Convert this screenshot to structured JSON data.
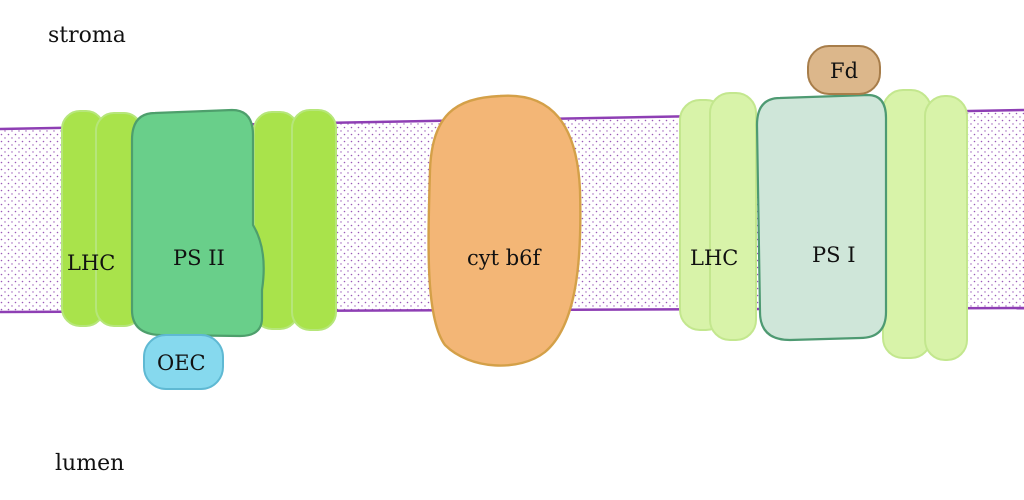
{
  "labels": {
    "stroma": "stroma",
    "lumen": "lumen",
    "lhc_left": "LHC",
    "ps2": "PS II",
    "oec": "OEC",
    "cyt": "cyt b6f",
    "lhc_right": "LHC",
    "ps1": "PS I",
    "fd": "Fd"
  },
  "colors": {
    "membrane_line": "#8e3fb4",
    "membrane_dots": "#9a5ab8",
    "lhc_left_fill": "#a9e34b",
    "lhc_left_stroke": "#b6e67a",
    "ps2_fill": "#69cf8a",
    "ps2_stroke": "#4e9f6c",
    "oec_fill": "#86d9ee",
    "oec_stroke": "#5fb9d3",
    "cyt_fill": "#f3b676",
    "cyt_stroke": "#d4a048",
    "lhc_right_fill": "#d8f3a9",
    "lhc_right_stroke": "#c3e78e",
    "ps1_fill": "#cfe6d9",
    "ps1_stroke": "#4e9a72",
    "fd_fill": "#dcb78b",
    "fd_stroke": "#a77d4a"
  }
}
